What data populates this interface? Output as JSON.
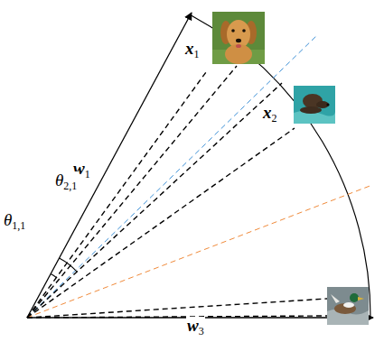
{
  "diagram": {
    "labels": [
      "x1",
      "x2",
      "w1",
      "w3",
      "θ1,1",
      "θ2,1"
    ]
  }
}
